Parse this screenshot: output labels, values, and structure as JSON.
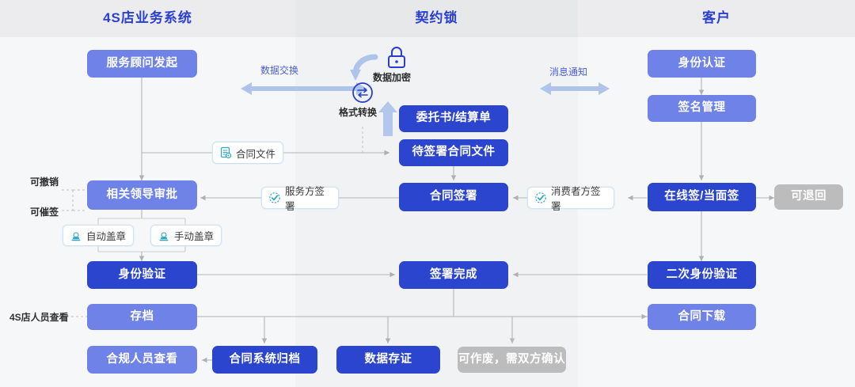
{
  "diagram": {
    "title_note": "4S store contract e-signing flow across three swimlanes",
    "lanes": [
      {
        "id": "lane-dealer",
        "title": "4S店业务系统"
      },
      {
        "id": "lane-qiyuesuo",
        "title": "契约锁"
      },
      {
        "id": "lane-customer",
        "title": "客户"
      }
    ],
    "colors": {
      "accent_light": "#6e82e8",
      "accent_deep": "#2b45cf",
      "gray_node": "#bcbcbc",
      "lane_title": "#2a3fd0",
      "arrow_blue": "#aabde8",
      "connector_gray": "#b4b4b4",
      "chip_border": "#cfe3f2",
      "chip_icon": "#2ea7c7"
    },
    "nodes": {
      "service_advisor_initiate": {
        "label": "服务顾问发起",
        "style": "light"
      },
      "leader_approval": {
        "label": "相关领导审批",
        "style": "light"
      },
      "identity_verify": {
        "label": "身份验证",
        "style": "deep"
      },
      "archive": {
        "label": "存档",
        "style": "light"
      },
      "compliance_view": {
        "label": "合规人员查看",
        "style": "light"
      },
      "contract_system_archive": {
        "label": "合同系统归档",
        "style": "deep"
      },
      "entrust_settlement": {
        "label": "委托书/结算单",
        "style": "deep"
      },
      "pending_contract_file": {
        "label": "待签署合同文件",
        "style": "deep"
      },
      "contract_sign": {
        "label": "合同签署",
        "style": "deep"
      },
      "sign_complete": {
        "label": "签署完成",
        "style": "deep"
      },
      "data_evidence": {
        "label": "数据存证",
        "style": "deep"
      },
      "voidable_note": {
        "label": "可作废，需双方确认",
        "style": "gray"
      },
      "identity_auth": {
        "label": "身份认证",
        "style": "light"
      },
      "signature_mgmt": {
        "label": "签名管理",
        "style": "light"
      },
      "online_or_inperson_sign": {
        "label": "在线签/当面签",
        "style": "deep"
      },
      "returnable": {
        "label": "可退回",
        "style": "gray"
      },
      "second_identity_verify": {
        "label": "二次身份验证",
        "style": "deep"
      },
      "contract_download": {
        "label": "合同下载",
        "style": "light"
      }
    },
    "chips": {
      "contract_file": {
        "label": "合同文件",
        "icon": "document-icon"
      },
      "auto_stamp": {
        "label": "自动盖章",
        "icon": "stamp-icon"
      },
      "manual_stamp": {
        "label": "手动盖章",
        "icon": "stamp-icon"
      },
      "service_party_sign": {
        "label": "服务方签署",
        "icon": "check-circle-icon"
      },
      "consumer_party_sign": {
        "label": "消费者方签署",
        "icon": "check-circle-icon"
      }
    },
    "annotations": {
      "data_exchange": "数据交换",
      "message_notify": "消息通知",
      "data_encrypt": "数据加密",
      "format_convert": "格式转换",
      "revocable": "可撤销",
      "urge_sign": "可催签",
      "dealer_staff_view": "4S店人员查看"
    },
    "icons": {
      "lock": "lock-icon",
      "convert": "convert-circle-icon",
      "curved_arrow": "curved-arrow-icon"
    }
  }
}
